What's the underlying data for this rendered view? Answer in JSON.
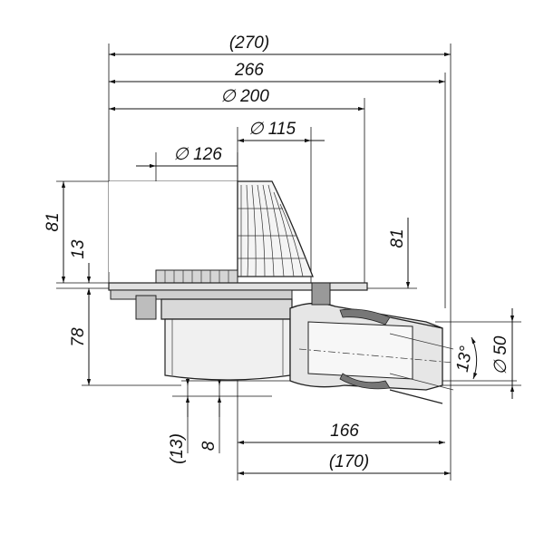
{
  "dimensions": {
    "overall_270": "(270)",
    "width_266": "266",
    "dia_200": "∅ 200",
    "dia_115": "∅ 115",
    "dia_126": "∅ 126",
    "height_81_left": "81",
    "height_13_left": "13",
    "height_78": "78",
    "height_81_right": "81",
    "angle_13": "13°",
    "dia_50": "∅ 50",
    "length_166": "166",
    "length_170": "(170)",
    "bottom_13": "(13)",
    "bottom_8": "8"
  },
  "colors": {
    "line": "#111111",
    "body_fill": "#e6e6e6",
    "dark_fill": "#777777",
    "background": "#ffffff"
  }
}
